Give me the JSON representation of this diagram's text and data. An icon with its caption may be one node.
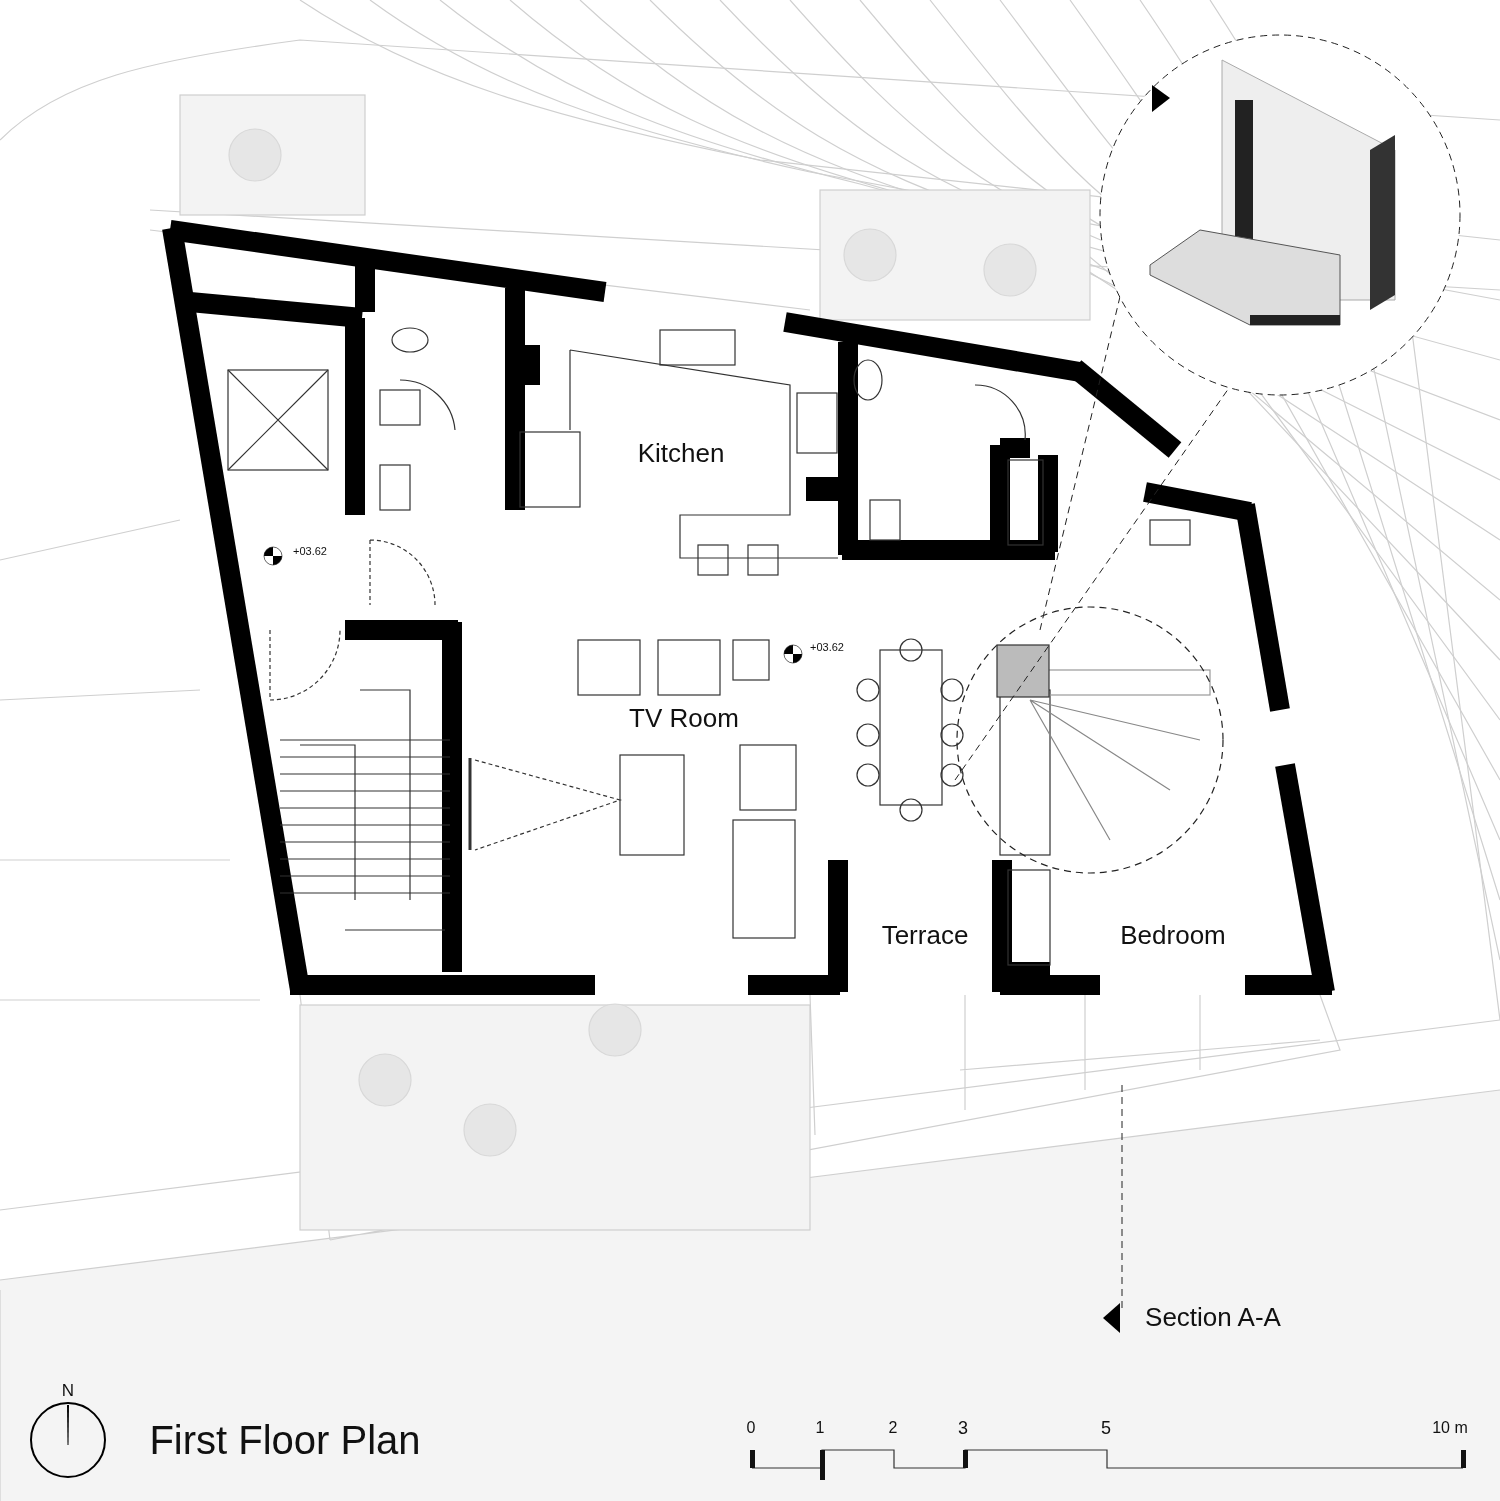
{
  "diagram": {
    "title": "First Floor Plan",
    "labels": [
      "+03.62",
      "Kitchen",
      "+03.62",
      "TV Room",
      "Terrace",
      "Bedroom",
      "Section A-A",
      "N",
      "0",
      "1",
      "2",
      "3",
      "5",
      "10 m"
    ]
  }
}
